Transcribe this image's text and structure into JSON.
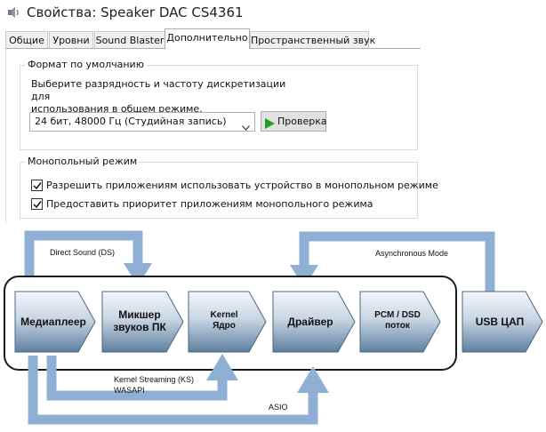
{
  "window": {
    "title": "Свойства: Speaker DAC CS4361"
  },
  "tabs": [
    {
      "label": "Общие"
    },
    {
      "label": "Уровни"
    },
    {
      "label": "Sound Blaster"
    },
    {
      "label": "Дополнительно"
    },
    {
      "label": "Пространственный звук"
    }
  ],
  "default_format": {
    "group_label": "Формат по умолчанию",
    "description_line1": "Выберите разрядность и частоту дискретизации для",
    "description_line2": "использования в общем режиме.",
    "selected_value": "24 бит, 48000 Гц (Студийная запись)",
    "test_button_label": "Проверка"
  },
  "exclusive_mode": {
    "group_label": "Монопольный режим",
    "options": [
      {
        "label": "Разрешить приложениям использовать устройство в монопольном режиме",
        "checked": true
      },
      {
        "label": "Предоставить приоритет приложениям монопольного режима",
        "checked": true
      }
    ]
  },
  "diagram": {
    "nodes": [
      {
        "line1": "Медиаплеер",
        "line2": ""
      },
      {
        "line1": "Микшер",
        "line2": "звуков ПК"
      },
      {
        "line1": "Kernel",
        "line2": "Ядро"
      },
      {
        "line1": "Драйвер",
        "line2": ""
      },
      {
        "line1": "PCM / DSD",
        "line2": "поток"
      },
      {
        "line1": "USB ЦАП",
        "line2": ""
      }
    ],
    "labels": {
      "direct_sound": "Direct Sound (DS)",
      "asynchronous": "Asynchronous Mode",
      "kernel_streaming": "Kernel Streaming (KS)",
      "wasapi": "WASAPI",
      "asio": "ASIO"
    },
    "colors": {
      "arrow": "#8fb0d4",
      "node_top": "#f4f7fb",
      "node_bottom": "#5e7f9f",
      "outline": "#1a1a1a"
    }
  }
}
